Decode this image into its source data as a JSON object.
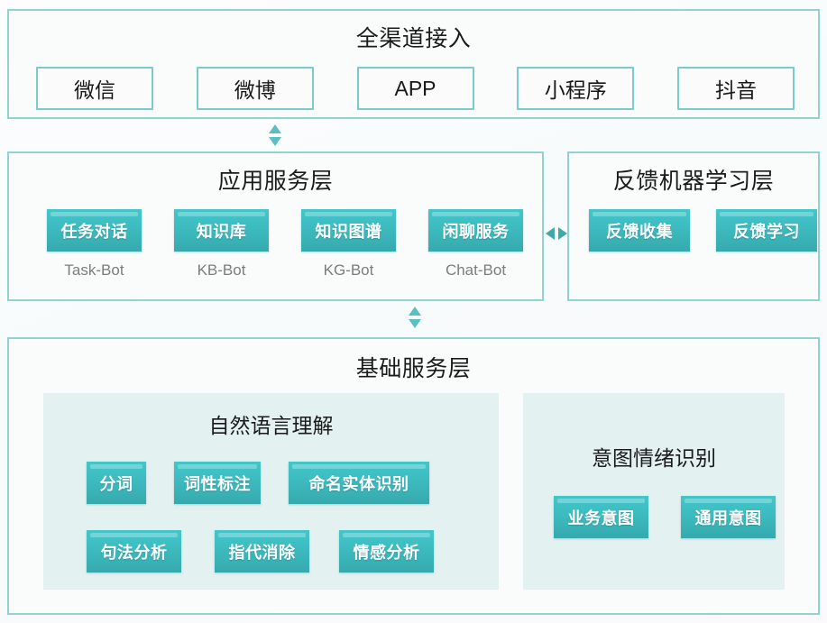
{
  "layers": {
    "channel": {
      "title": "全渠道接入",
      "items": [
        {
          "label": "微信",
          "width": 130
        },
        {
          "label": "微博",
          "width": 130
        },
        {
          "label": "APP",
          "width": 130
        },
        {
          "label": "小程序",
          "width": 130
        },
        {
          "label": "抖音",
          "width": 130
        }
      ]
    },
    "application": {
      "title": "应用服务层",
      "bots": [
        {
          "label": "任务对话",
          "caption": "Task-Bot"
        },
        {
          "label": "知识库",
          "caption": "KB-Bot"
        },
        {
          "label": "知识图谱",
          "caption": "KG-Bot"
        },
        {
          "label": "闲聊服务",
          "caption": "Chat-Bot"
        }
      ]
    },
    "feedback": {
      "title": "反馈机器学习层",
      "items": [
        {
          "label": "反馈收集"
        },
        {
          "label": "反馈学习"
        }
      ]
    },
    "base": {
      "title": "基础服务层",
      "nlu": {
        "title": "自然语言理解",
        "row1": [
          {
            "label": "分词",
            "width": 66
          },
          {
            "label": "词性标注",
            "width": 96
          },
          {
            "label": "命名实体识别",
            "width": 156
          }
        ],
        "row2": [
          {
            "label": "句法分析",
            "width": 105
          },
          {
            "label": "指代消除",
            "width": 105
          },
          {
            "label": "情感分析",
            "width": 105
          }
        ]
      },
      "intent": {
        "title": "意图情绪识别",
        "items": [
          {
            "label": "业务意图",
            "width": 105
          },
          {
            "label": "通用意图",
            "width": 105
          }
        ]
      }
    }
  },
  "connectors": [
    {
      "name": "channel-to-application",
      "direction": "vertical",
      "glyph": "double-arrow-vertical"
    },
    {
      "name": "application-to-feedback",
      "direction": "horizontal",
      "glyph": "double-arrow-horizontal"
    },
    {
      "name": "application-to-base",
      "direction": "vertical",
      "glyph": "double-arrow-vertical"
    }
  ],
  "colors": {
    "panel_border": "#8fd4d2",
    "panel_background": "#fafcfc",
    "chip_top": "#43c6ca",
    "chip_bottom": "#36a9ad",
    "subpanel_background": "#e4f1f1",
    "caption_text": "#7c7c7c",
    "title_text": "#1b1b1b",
    "arrow": "#5bbfc0"
  }
}
